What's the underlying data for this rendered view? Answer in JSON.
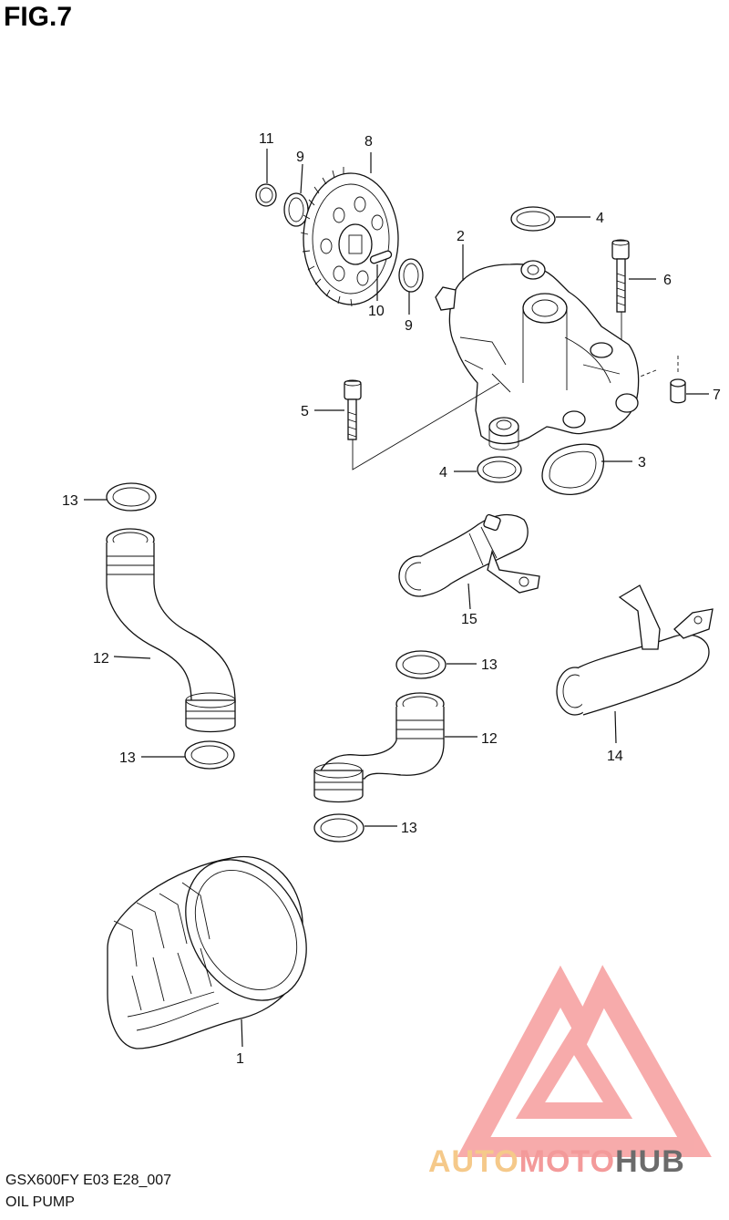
{
  "figure": {
    "title": "FIG.7",
    "model_code": "GSX600FY E03 E28_007",
    "name": "OIL PUMP"
  },
  "callouts": {
    "p1": "1",
    "p2": "2",
    "p3": "3",
    "p4a": "4",
    "p4b": "4",
    "p5": "5",
    "p6": "6",
    "p7": "7",
    "p8": "8",
    "p9a": "9",
    "p9b": "9",
    "p10": "10",
    "p11": "11",
    "p12a": "12",
    "p12b": "12",
    "p13a": "13",
    "p13b": "13",
    "p13c": "13",
    "p13d": "13",
    "p14": "14",
    "p15": "15"
  },
  "watermark": {
    "part1": "AUTO",
    "part2": "MOTO",
    "part3": "HUB",
    "color_auto": "#f5c98a",
    "color_moto": "#f39a9a",
    "color_hub": "#6b6b6b",
    "color_logo": "#f58f8f"
  }
}
